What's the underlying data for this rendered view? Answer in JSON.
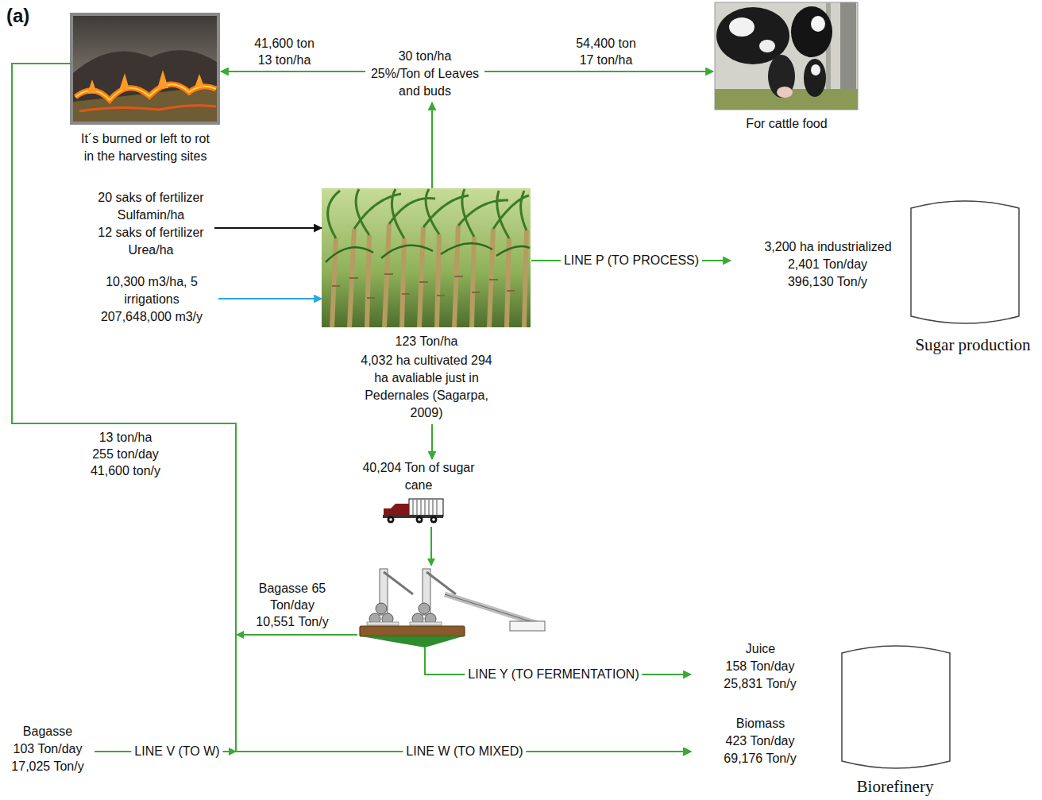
{
  "diagram": {
    "nodes": [
      {
        "text": [
          "It´s burned or left to rot in the harvesting sites"
        ]
      },
      {
        "text": [
          "30 ton/ha",
          "25%/Ton of Leaves and buds"
        ]
      },
      {
        "text": [
          "For cattle food"
        ]
      },
      {
        "text": [
          "20 saks of fertilizer Sulfamin/ha",
          "12 saks of fertilizer Urea/ha"
        ]
      },
      {
        "text": [
          "123 Ton/ha",
          "4,032 ha cultivated 294 ha avaliable just in Pedernales (Sagarpa, 2009)"
        ]
      },
      {
        "text": [
          "10,300 m3/ha, 5 irrigations 207,648,000 m3/y"
        ]
      },
      {
        "text": [
          "3,200 ha industrialized",
          "2,401 Ton/day 396,130 Ton/y",
          "Sugar production"
        ]
      },
      {
        "text": [
          "40,204 Ton of sugar cane"
        ]
      },
      {
        "text": [
          "Juice",
          "158 Ton/day 25,831 Ton/y",
          "Biomass",
          "423 Ton/day 69,176 Ton/y",
          "Biorefinery"
        ]
      },
      {
        "text": [
          "Bagasse",
          "103 Ton/day 17,025 Ton/y"
        ]
      }
    ],
    "edges": [
      {
        "from": 4,
        "to": 1,
        "arrow": "to"
      },
      {
        "from": 1,
        "to": 0,
        "label": "41,600 ton 13 ton/ha",
        "arrow": "to"
      },
      {
        "from": 1,
        "to": 2,
        "label": "54,400 ton 17 ton/ha",
        "arrow": "to"
      },
      {
        "from": 3,
        "to": 4,
        "arrow": "to"
      },
      {
        "from": 5,
        "to": 4,
        "arrow": "to"
      },
      {
        "from": 4,
        "to": 6,
        "label": "LINE P (TO PROCESS)",
        "arrow": "to"
      },
      {
        "from": 4,
        "to": 7,
        "arrow": "to"
      },
      {
        "from": 7,
        "to": 8,
        "label": "LINE Y (TO FERMENTATION)",
        "arrow": "to"
      },
      {
        "from": 7,
        "to": 8,
        "label": "Bagasse 65 Ton/day 10,551 Ton/y",
        "arrow": "to"
      },
      {
        "from": 0,
        "to": 8,
        "label": "13 ton/ha 255 ton/day 41,600 ton/y",
        "arrow": "to"
      },
      {
        "from": 9,
        "to": 8,
        "label": "LINE V (TO W)",
        "arrow": "to"
      }
    ],
    "labels": [
      "(a)",
      "LINE W (TO MIXED)"
    ]
  }
}
